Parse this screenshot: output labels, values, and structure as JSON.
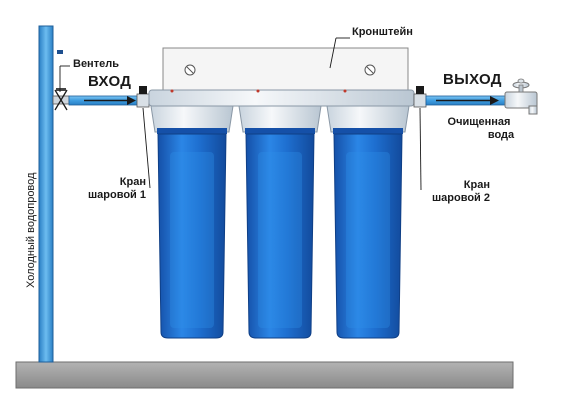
{
  "labels": {
    "bracket": "Кронштейн",
    "valve": "Вентель",
    "inlet": "ВХОД",
    "outlet": "ВЫХОД",
    "purified_line1": "Очищенная",
    "purified_line2": "вода",
    "ball_valve_1_line1": "Кран",
    "ball_valve_1_line2": "шаровой 1",
    "ball_valve_2_line1": "Кран",
    "ball_valve_2_line2": "шаровой 2",
    "cold_pipe": "Холодный водопровод"
  },
  "colors": {
    "pipe": "#4aa8e8",
    "housing_blue": "#1e6fd0",
    "housing_dark": "#1550a8",
    "cap": "#e8eef4",
    "bracket": "#f4f4f4",
    "floor": "#9c9c9c",
    "arrow": "#1a1a1a"
  },
  "filter_count": 3
}
